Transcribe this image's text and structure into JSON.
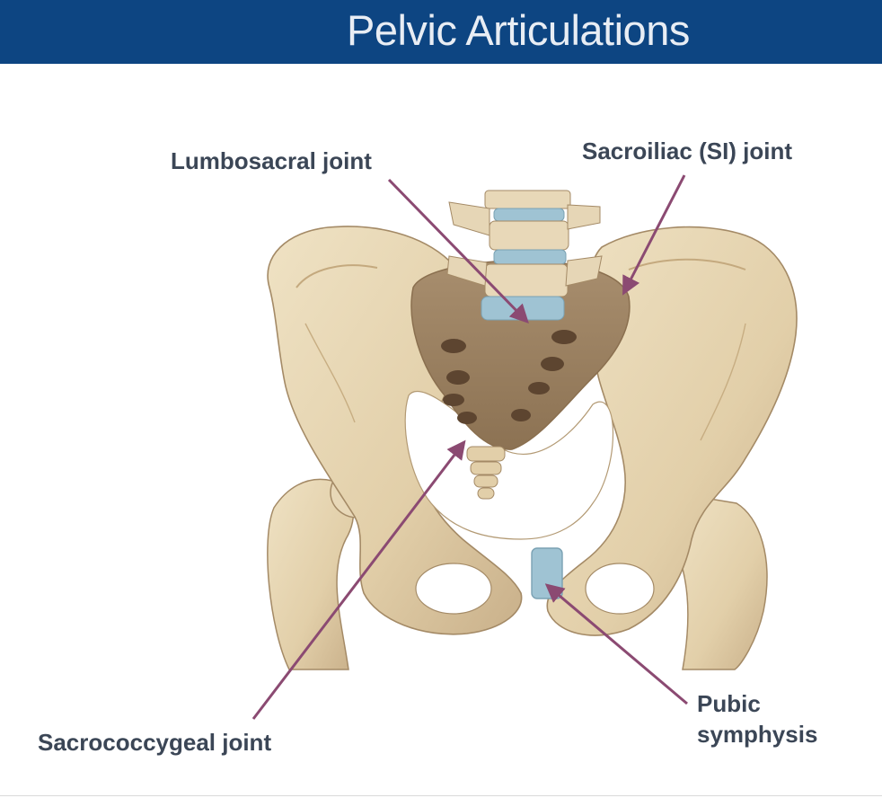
{
  "header": {
    "title": "Pelvic Articulations",
    "background_color": "#0d4582",
    "title_color": "#e8edf4"
  },
  "diagram": {
    "subject": "anterior-pelvis-illustration",
    "arrow_color": "#8b4a72",
    "bone_color": "#e6d6b6",
    "cartilage_color": "#9fc3d3"
  },
  "labels": {
    "lumbosacral": "Lumbosacral joint",
    "sacroiliac": "Sacroiliac (SI) joint",
    "sacrococcygeal": "Sacrococcygeal joint",
    "pubic_line1": "Pubic",
    "pubic_line2": "symphysis"
  }
}
